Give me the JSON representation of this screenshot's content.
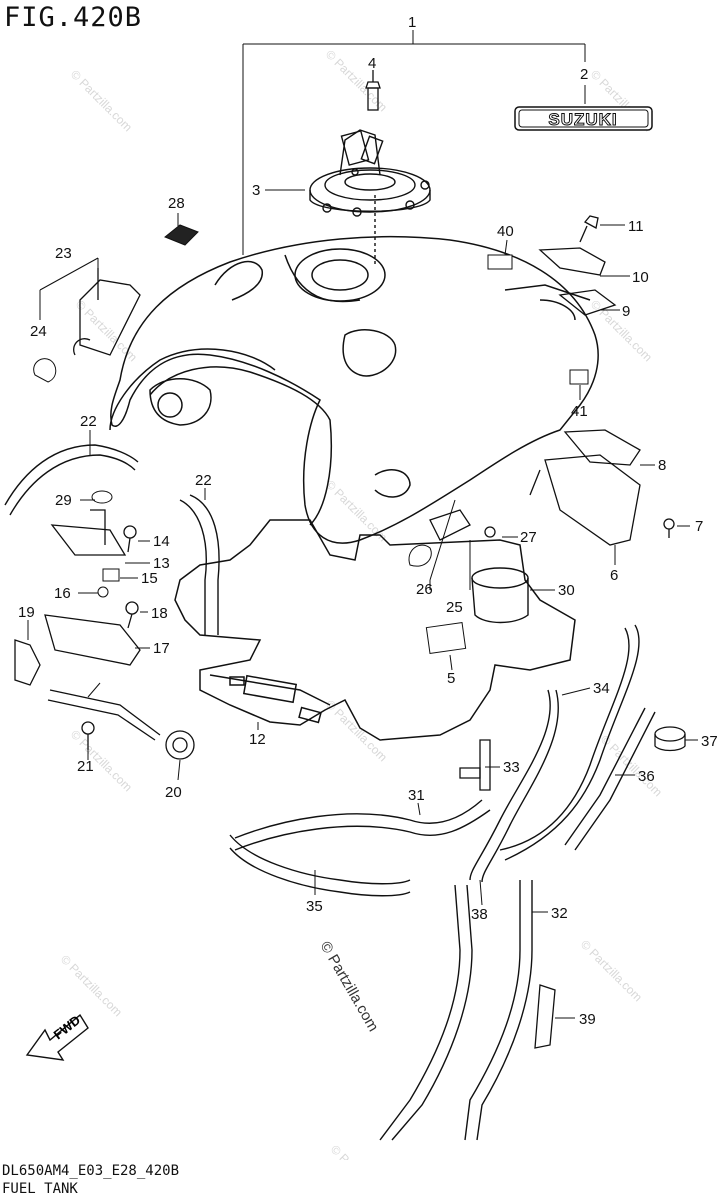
{
  "figure": {
    "title": "FIG.420B",
    "code": "DL650AM4_E03_E28_420B",
    "name": "FUEL TANK"
  },
  "emblem_text": "SUZUKI",
  "fwd_label": "FWD",
  "copyright": "© Partzilla.com",
  "watermark": "© Partzilla.com",
  "callouts": [
    "1",
    "2",
    "3",
    "4",
    "5",
    "6",
    "7",
    "8",
    "9",
    "10",
    "11",
    "12",
    "13",
    "14",
    "15",
    "16",
    "17",
    "18",
    "19",
    "20",
    "21",
    "22",
    "22",
    "23",
    "24",
    "25",
    "26",
    "27",
    "28",
    "29",
    "30",
    "31",
    "32",
    "33",
    "34",
    "35",
    "36",
    "37",
    "38",
    "39",
    "40",
    "41"
  ]
}
